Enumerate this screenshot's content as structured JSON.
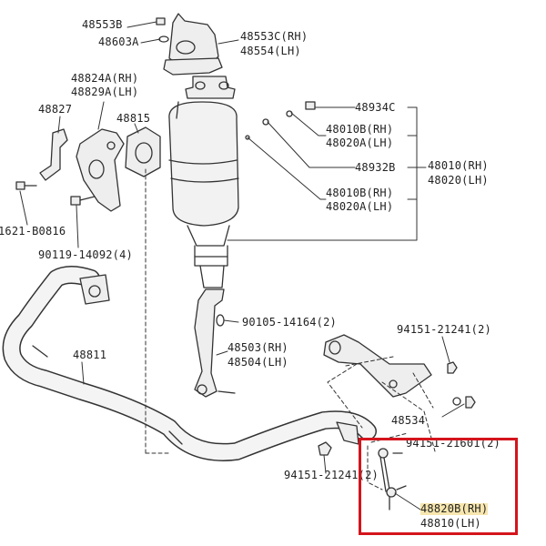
{
  "colors": {
    "line": "#333333",
    "part_fill": "#eeeeee",
    "highlight_box": "#d4141c",
    "highlight_text": "#f7e6ae"
  },
  "labels": {
    "p48553b": "48553B",
    "p48603a": "48603A",
    "p48553c": "48553C(RH)",
    "p48554": "48554(LH)",
    "p48824a": "48824A(RH)",
    "p48829a": "48829A(LH)",
    "p48827": "48827",
    "p48815": "48815",
    "p48934c": "48934C",
    "p48010b_a": "48010B(RH)",
    "p48020a_a": "48020A(LH)",
    "p48932b": "48932B",
    "p48010": "48010(RH)",
    "p48020": "48020(LH)",
    "p48010b_b": "48010B(RH)",
    "p48020a_b": "48020A(LH)",
    "p1621": "1621-B0816",
    "p90119": "90119-14092(4)",
    "p90105": "90105-14164(2)",
    "p94151_a": "94151-21241(2)",
    "p48503": "48503(RH)",
    "p48504": "48504(LH)",
    "p48811": "48811",
    "p48534": "48534",
    "p94151_b": "94151-21601(2)",
    "p94151_c": "94151-21241(2)",
    "p48820b": "48820B(RH)",
    "p48810": "48810(LH)"
  }
}
